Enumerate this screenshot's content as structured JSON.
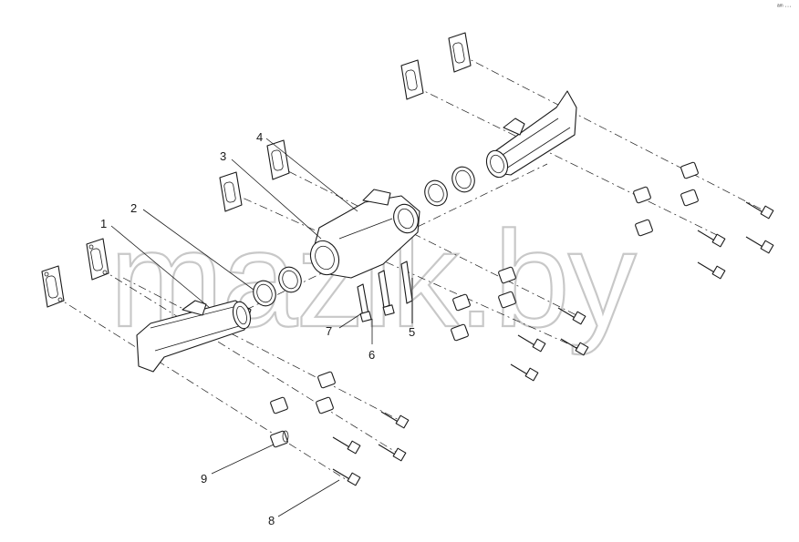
{
  "watermark": "mazlk.by",
  "corner_mark": "ᵃᵐ ···",
  "callouts": [
    {
      "label": "1"
    },
    {
      "label": "2"
    },
    {
      "label": "3"
    },
    {
      "label": "4"
    },
    {
      "label": "5"
    },
    {
      "label": "6"
    },
    {
      "label": "7"
    },
    {
      "label": "8"
    },
    {
      "label": "9"
    }
  ]
}
